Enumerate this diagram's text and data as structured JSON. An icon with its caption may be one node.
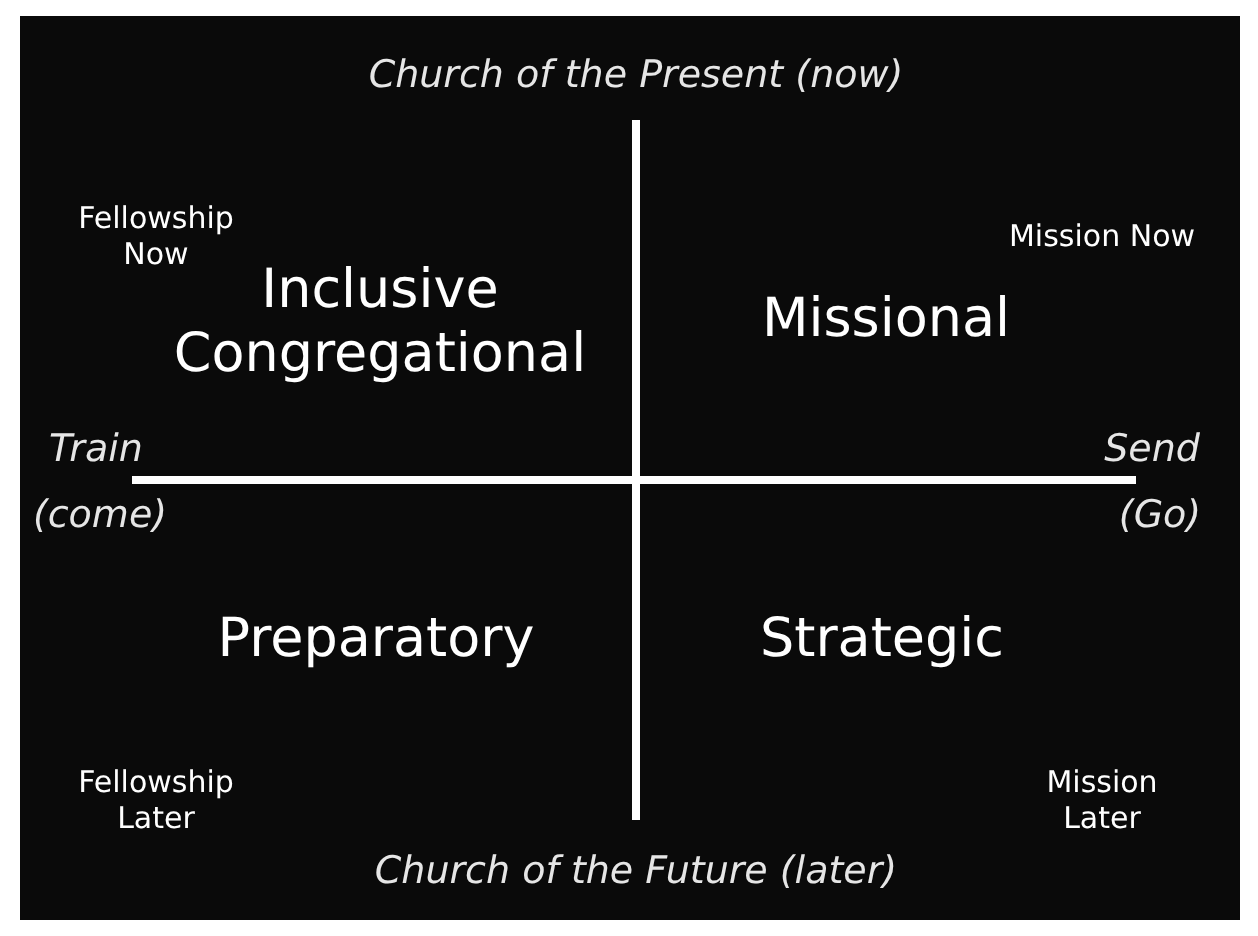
{
  "diagram": {
    "labels": [
      "Church of the Present (now)",
      "Fellowship Now",
      "Mission Now",
      "Inclusive Congregational",
      "Missional",
      "Train",
      "(come)",
      "Send",
      "(Go)",
      "Preparatory",
      "Strategic",
      "Fellowship Later",
      "Mission Later",
      "Church of the Future (later)"
    ]
  }
}
